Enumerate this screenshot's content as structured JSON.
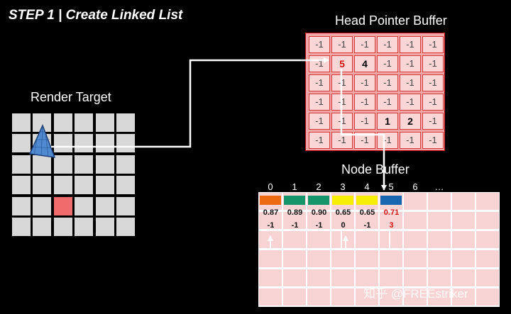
{
  "title": "STEP 1 | Create Linked List",
  "render_target": {
    "label": "Render Target",
    "rows": 6,
    "cols": 6,
    "highlight_cell": [
      4,
      2
    ]
  },
  "head_pointer_buffer": {
    "label": "Head Pointer Buffer",
    "grid": [
      [
        "-1",
        "-1",
        "-1",
        "-1",
        "-1",
        "-1"
      ],
      [
        "-1",
        "5",
        "4",
        "-1",
        "-1",
        "-1"
      ],
      [
        "-1",
        "-1",
        "-1",
        "-1",
        "-1",
        "-1"
      ],
      [
        "-1",
        "-1",
        "-1",
        "-1",
        "-1",
        "-1"
      ],
      [
        "-1",
        "-1",
        "-1",
        "1",
        "2",
        "-1"
      ],
      [
        "-1",
        "-1",
        "-1",
        "-1",
        "-1",
        "-1"
      ]
    ]
  },
  "node_buffer": {
    "label": "Node Buffer",
    "indices": [
      "0",
      "1",
      "2",
      "3",
      "4",
      "5",
      "6",
      "…"
    ],
    "nodes": [
      {
        "color": "#ee6a12",
        "value": "0.87",
        "next": "-1",
        "highlight": false
      },
      {
        "color": "#16956b",
        "value": "0.89",
        "next": "-1",
        "highlight": false
      },
      {
        "color": "#16956b",
        "value": "0.90",
        "next": "-1",
        "highlight": false
      },
      {
        "color": "#f7ee05",
        "value": "0.65",
        "next": "0",
        "highlight": false
      },
      {
        "color": "#f7ee05",
        "value": "0.65",
        "next": "-1",
        "highlight": false
      },
      {
        "color": "#1866b0",
        "value": "0.71",
        "next": "3",
        "highlight": true
      }
    ]
  },
  "watermark": "知乎 @FREEstriker"
}
